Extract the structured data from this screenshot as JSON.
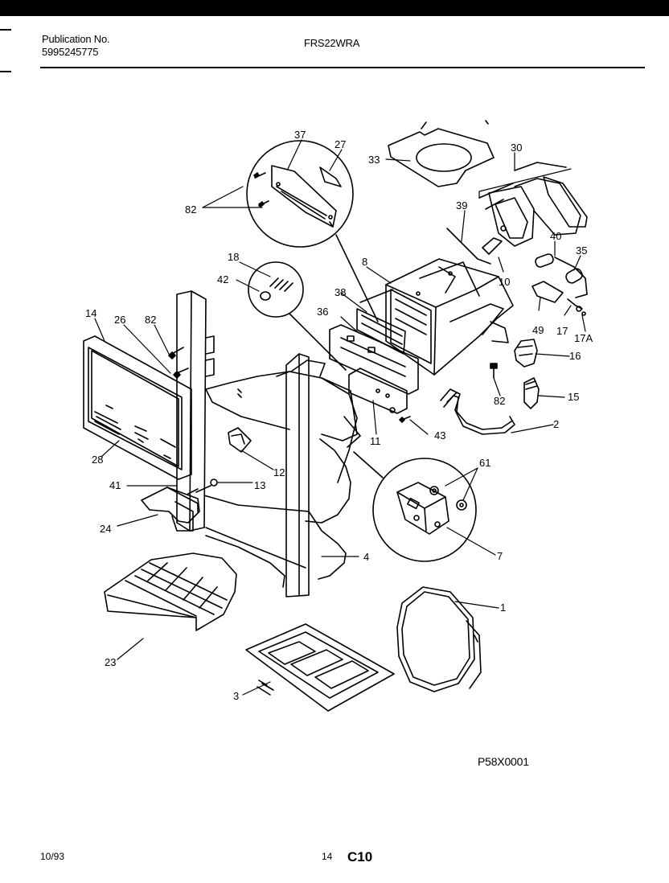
{
  "header": {
    "publication_label": "Publication No.",
    "publication_number": "5995245775",
    "model": "FRS22WRA"
  },
  "diagram_code": "P58X0001",
  "footer": {
    "date": "10/93",
    "page_number": "14",
    "section": "C10"
  },
  "callouts": [
    "37",
    "27",
    "33",
    "30",
    "82",
    "39",
    "40",
    "35",
    "18",
    "8",
    "42",
    "10",
    "38",
    "14",
    "26",
    "82",
    "36",
    "49",
    "17",
    "17A",
    "16",
    "82",
    "15",
    "2",
    "11",
    "43",
    "28",
    "12",
    "61",
    "41",
    "13",
    "24",
    "7",
    "4",
    "1",
    "23",
    "3"
  ]
}
